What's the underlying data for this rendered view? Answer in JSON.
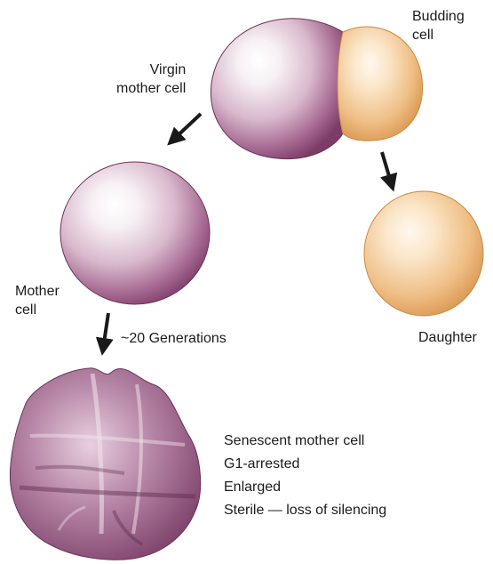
{
  "labels": {
    "budding_cell": [
      "Budding",
      "cell"
    ],
    "virgin_mother_cell": [
      "Virgin",
      "mother cell"
    ],
    "mother_cell": [
      "Mother",
      "cell"
    ],
    "generations": "~20 Generations",
    "daughter": "Daughter",
    "senescent_traits": [
      "Senescent mother cell",
      "G1-arrested",
      "Enlarged",
      "Sterile — loss of silencing"
    ]
  },
  "colors": {
    "mother_cell": "#8e4a78",
    "daughter_cell": "#e3a965",
    "arrow": "#1a1a1a"
  }
}
